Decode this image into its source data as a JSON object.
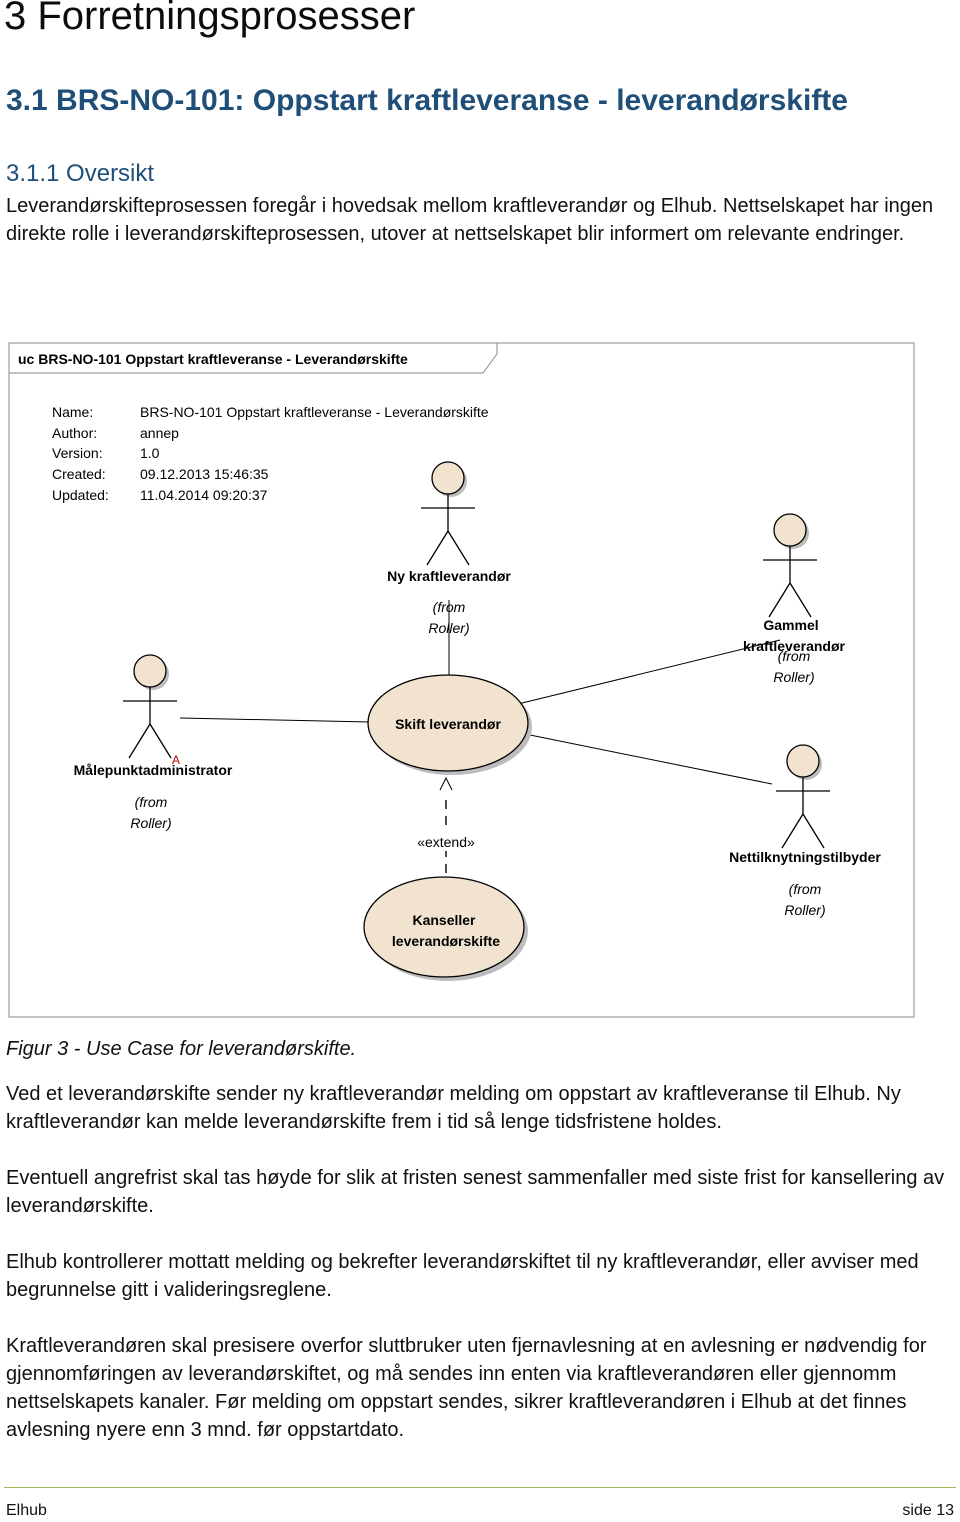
{
  "heading1": "3 Forretningsprosesser",
  "heading2": "3.1  BRS-NO-101: Oppstart kraftleveranse - leverandørskifte",
  "heading3": "3.1.1   Oversikt",
  "intro": "Leverandørskifteprosessen foregår i hovedsak mellom kraftleverandør og Elhub. Nettselskapet har ingen direkte rolle i leverandørskifteprosessen, utover at nettselskapet blir informert om relevante endringer.",
  "diagram": {
    "tab_title": "uc BRS-NO-101 Oppstart kraftleveranse - Leverandørskifte",
    "meta": [
      {
        "key": "Name:",
        "value": "BRS-NO-101 Oppstart kraftleveranse - Leverandørskifte"
      },
      {
        "key": "Author:",
        "value": "annep"
      },
      {
        "key": "Version:",
        "value": "1.0"
      },
      {
        "key": "Created:",
        "value": "09.12.2013 15:46:35"
      },
      {
        "key": "Updated:",
        "value": "11.04.2014 09:20:37"
      }
    ],
    "actors": {
      "ny": {
        "name": "Ny kraftleverandør",
        "from1": "(from",
        "from2": "Roller)"
      },
      "gammel": {
        "name1": "Gammel",
        "name2": "kraftleverandør",
        "from1": "(from",
        "from2": "Roller)"
      },
      "male": {
        "name": "Målepunktadministrator",
        "from1": "(from",
        "from2": "Roller)",
        "marker": "A"
      },
      "nett": {
        "name": "Nettilknytningstilbyder",
        "from1": "(from",
        "from2": "Roller)"
      }
    },
    "usecases": {
      "skift": "Skift leverandør",
      "kanseller1": "Kanseller",
      "kanseller2": "leverandørskifte"
    },
    "extend_label": "«extend»",
    "colors": {
      "actor_fill": "#f1e3cf",
      "usecase_fill": "#f1e3cf",
      "shadow": "#bcbcbc"
    }
  },
  "caption": "Figur 3 - Use Case for leverandørskifte.",
  "para2": "Ved et leverandørskifte sender ny kraftleverandør melding om oppstart av kraftleveranse til Elhub. Ny kraftleverandør kan melde leverandørskifte frem i tid så lenge tidsfristene holdes.",
  "para3": "Eventuell angrefrist skal tas høyde for slik at fristen senest sammenfaller med siste frist for kansellering av leverandørskifte.",
  "para4": "Elhub kontrollerer mottatt melding og bekrefter leverandørskiftet til ny kraftleverandør, eller avviser med begrunnelse gitt i valideringsreglene.",
  "para5": "Kraftleverandøren skal presisere overfor sluttbruker uten fjernavlesning at en avlesning er nødvendig for gjennomføringen av leverandørskiftet, og må sendes inn enten via kraftleverandøren eller gjennomm nettselskapets kanaler. Før melding om oppstart sendes, sikrer kraftleverandøren i Elhub at det finnes avlesning nyere enn 3 mnd. før oppstartdato.",
  "footer": {
    "left": "Elhub",
    "right": "side 13"
  }
}
